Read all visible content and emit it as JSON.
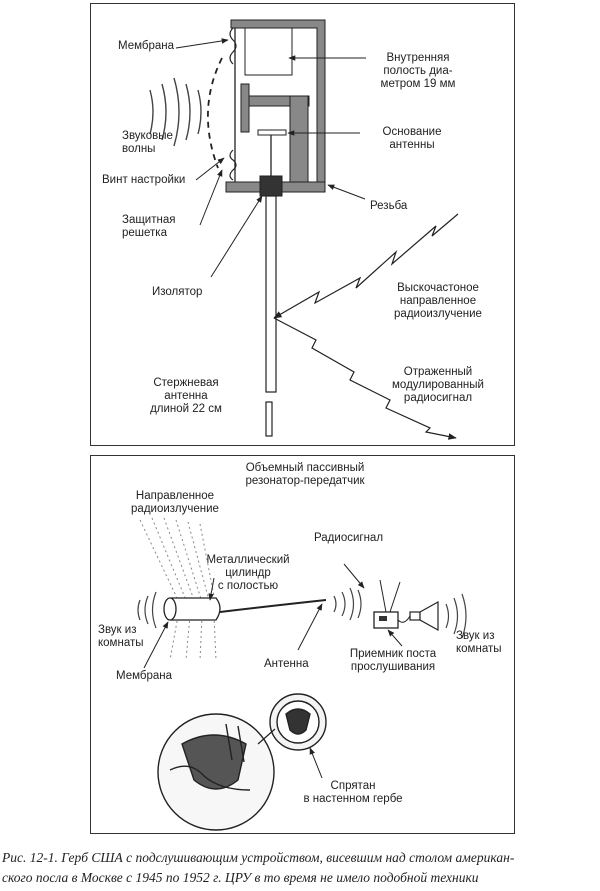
{
  "top": {
    "membrane": "Мембрана",
    "sound_waves": [
      "Звуковые",
      "волны"
    ],
    "tuning_screw": "Винт настройки",
    "protective_grid": [
      "Защитная",
      "решетка"
    ],
    "insulator": "Изолятор",
    "rod_antenna": [
      "Стержневая",
      "антенна",
      "длиной 22 см"
    ],
    "inner_cavity": [
      "Внутренняя",
      "полость диа-",
      "метром 19 мм"
    ],
    "antenna_base": [
      "Основание",
      "антенны"
    ],
    "thread": "Резьба",
    "hf_radiation": [
      "Выскочастоное",
      "направленное",
      "радиоизлучение"
    ],
    "reflected_signal": [
      "Отраженный",
      "модулированный",
      "радиосигнал"
    ]
  },
  "bottom": {
    "resonator": [
      "Объемный пассивный",
      "резонатор-передатчик"
    ],
    "directed_radiation": [
      "Направленное",
      "радиоизлучение"
    ],
    "metal_cylinder": [
      "Металлический",
      "цилиндр",
      "с полостью"
    ],
    "radio_signal": "Радиосигнал",
    "sound_left": [
      "Звук из",
      "комнаты"
    ],
    "membrane": "Мембрана",
    "antenna": "Антенна",
    "receiver": [
      "Приемник поста",
      "прослушивания"
    ],
    "sound_right": [
      "Звук из",
      "комнаты"
    ],
    "hidden": [
      "Спрятан",
      "в настенном гербе"
    ]
  },
  "caption": [
    "Рис. 12-1. Герб США с подслушивающим устройством, висевшим над столом американ-",
    "ского посла в Москве с 1945 по 1952 г. ЦРУ в то время не имело подобной техники"
  ]
}
